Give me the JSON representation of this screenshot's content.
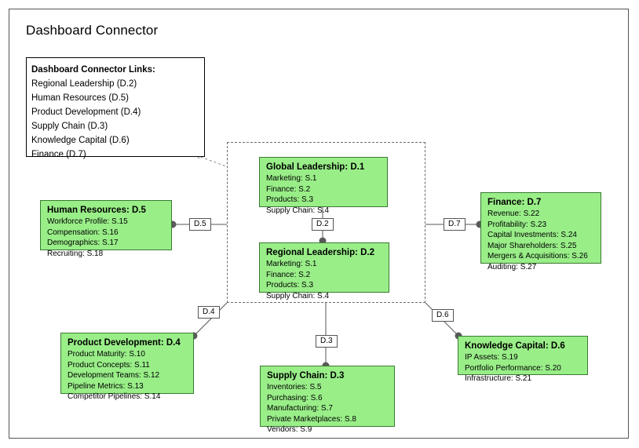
{
  "diagram": {
    "title": "Dashboard Connector",
    "frame_border_color": "#555555",
    "entity_fill_color": "#99ee88",
    "entity_border_color": "#3a7a33",
    "connector_color": "#555555",
    "group_border_style": "dashed"
  },
  "links_box": {
    "title": "Dashboard Connector Links:",
    "items": [
      "Regional Leadership (D.2)",
      "Human Resources (D.5)",
      "Product Development (D.4)",
      "Supply Chain (D.3)",
      "Knowledge Capital (D.6)",
      "Finance (D.7)"
    ]
  },
  "entities": [
    {
      "id": "D.1",
      "title": "Global Leadership: D.1",
      "rows": [
        "Marketing: S.1",
        "Finance: S.2",
        "Products: S.3",
        "Supply Chain: S.4"
      ]
    },
    {
      "id": "D.2",
      "title": "Regional Leadership: D.2",
      "rows": [
        "Marketing: S.1",
        "Finance: S.2",
        "Products: S.3",
        "Supply Chain: S.4"
      ]
    },
    {
      "id": "D.5",
      "title": "Human Resources: D.5",
      "rows": [
        "Workforce Profile: S.15",
        "Compensation: S.16",
        "Demographics: S.17",
        "Recruiting: S.18"
      ]
    },
    {
      "id": "D.7",
      "title": "Finance: D.7",
      "rows": [
        "Revenue: S.22",
        "Profitability: S.23",
        "Capital Investments: S.24",
        "Major Shareholders: S.25",
        "Mergers & Acquisitions: S.26",
        "Auditing: S.27"
      ]
    },
    {
      "id": "D.4",
      "title": "Product Development: D.4",
      "rows": [
        "Product Maturity: S.10",
        "Product Concepts: S.11",
        "Development Teams: S.12",
        "Pipeline Metrics: S.13",
        "Competitor Pipelines: S.14"
      ]
    },
    {
      "id": "D.3",
      "title": "Supply Chain: D.3",
      "rows": [
        "Inventories: S.5",
        "Purchasing: S.6",
        "Manufacturing: S.7",
        "Private Marketplaces: S.8",
        "Vendors: S.9"
      ]
    },
    {
      "id": "D.6",
      "title": "Knowledge Capital: D.6",
      "rows": [
        "IP Assets: S.19",
        "Portfolio Performance: S.20",
        "Infrastructure: S.21"
      ]
    }
  ],
  "edge_labels": [
    {
      "id": "edge-d5",
      "text": "D.5"
    },
    {
      "id": "edge-d2",
      "text": "D.2"
    },
    {
      "id": "edge-d7",
      "text": "D.7"
    },
    {
      "id": "edge-d4",
      "text": "D.4"
    },
    {
      "id": "edge-d3",
      "text": "D.3"
    },
    {
      "id": "edge-d6",
      "text": "D.6"
    }
  ]
}
